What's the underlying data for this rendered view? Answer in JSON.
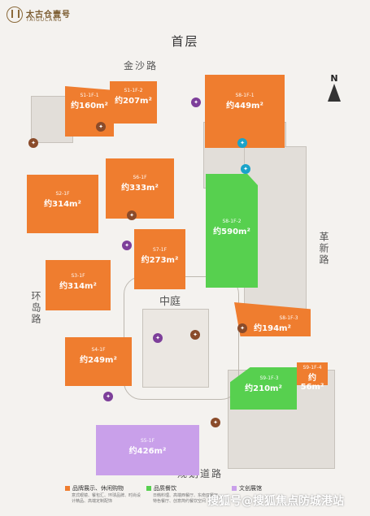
{
  "brand": {
    "name_cn": "太古仓壹号",
    "name_en": "TAIGUCANG"
  },
  "floor_title": "首层",
  "north_label": "N",
  "roads": {
    "north": "金沙路",
    "east": "革新路",
    "west": "环岛路",
    "south": "规划道路"
  },
  "courtyard_label": "中庭",
  "units": [
    {
      "code": "S1-1F-1",
      "area": "约160m²",
      "color": "orange"
    },
    {
      "code": "S1-1F-2",
      "area": "约207m²",
      "color": "orange"
    },
    {
      "code": "S8-1F-1",
      "area": "约449m²",
      "color": "orange"
    },
    {
      "code": "S6-1F",
      "area": "约333m²",
      "color": "orange"
    },
    {
      "code": "S2-1F",
      "area": "约314m²",
      "color": "orange"
    },
    {
      "code": "S8-1F-2",
      "area": "约590m²",
      "color": "green"
    },
    {
      "code": "S7-1F",
      "area": "约273m²",
      "color": "orange"
    },
    {
      "code": "S3-1F",
      "area": "约314m²",
      "color": "orange"
    },
    {
      "code": "S8-1F-3",
      "area": "约194m²",
      "color": "orange"
    },
    {
      "code": "S4-1F",
      "area": "约249m²",
      "color": "orange"
    },
    {
      "code": "S9-1F-3",
      "area": "约210m²",
      "color": "green"
    },
    {
      "code": "S9-1F-4",
      "area": "约56m²",
      "color": "orange"
    },
    {
      "code": "S5-1F",
      "area": "约426m²",
      "color": "purple"
    }
  ],
  "legend": [
    {
      "label": "品牌展示、休闲购物",
      "desc": "意式眼镜、餐包汇、环球品牌、时尚设计精品、高端定制配饰",
      "color": "#ef7d2f"
    },
    {
      "label": "品质餐饮",
      "desc": "日韩料理、高端西餐厅、东南亚餐厅、特色餐厅、创意简约餐饮空间",
      "color": "#57d04f"
    },
    {
      "label": "文创展馆",
      "desc": "",
      "color": "#c9a0ea"
    }
  ],
  "watermark": "搜狐号@搜狐焦点防城港站",
  "colors": {
    "orange": "#ef7d2f",
    "green": "#57d04f",
    "purple": "#c9a0ea"
  }
}
